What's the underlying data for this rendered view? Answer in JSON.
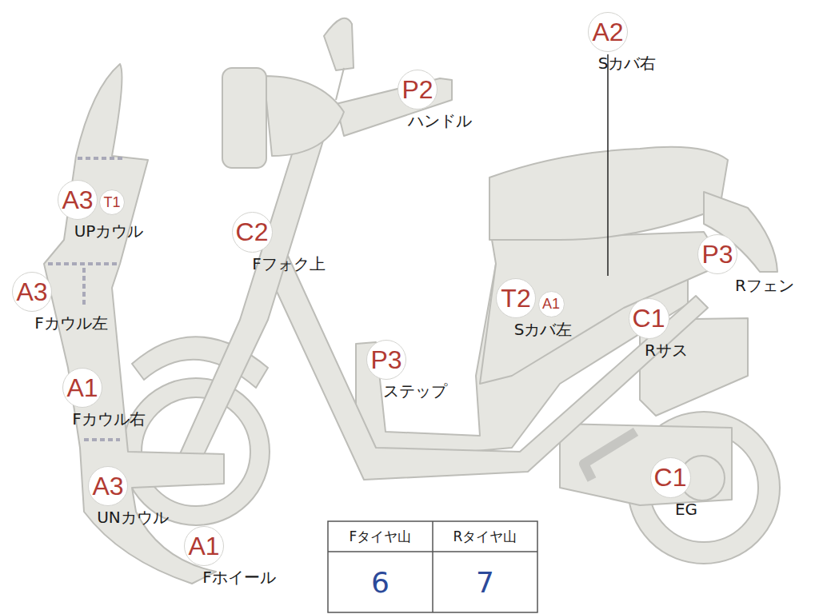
{
  "diagram": {
    "nodes": [
      {
        "text": [
          "A2",
          "Sカバ右"
        ]
      },
      {
        "text": [
          "P2",
          "ハンドル"
        ]
      },
      {
        "text": [
          "A3",
          "UPカウル"
        ]
      },
      {
        "text": [
          "T1"
        ]
      },
      {
        "text": [
          "C2",
          "Fフォク上"
        ]
      },
      {
        "text": [
          "A3",
          "Fカウル左"
        ]
      },
      {
        "text": [
          "P3",
          "Rフェン"
        ]
      },
      {
        "text": [
          "T2",
          "Sカバ左"
        ]
      },
      {
        "text": [
          "A1"
        ]
      },
      {
        "text": [
          "C1",
          "Rサス"
        ]
      },
      {
        "text": [
          "P3",
          "ステップ"
        ]
      },
      {
        "text": [
          "A1",
          "Fカウル右"
        ]
      },
      {
        "text": [
          "C1",
          "EG"
        ]
      },
      {
        "text": [
          "A3",
          "UNカウル"
        ]
      },
      {
        "text": [
          "A1",
          "Fホイール"
        ]
      }
    ],
    "labels": [
      "Fタイヤ山",
      "Rタイヤ山",
      "6",
      "7"
    ]
  }
}
